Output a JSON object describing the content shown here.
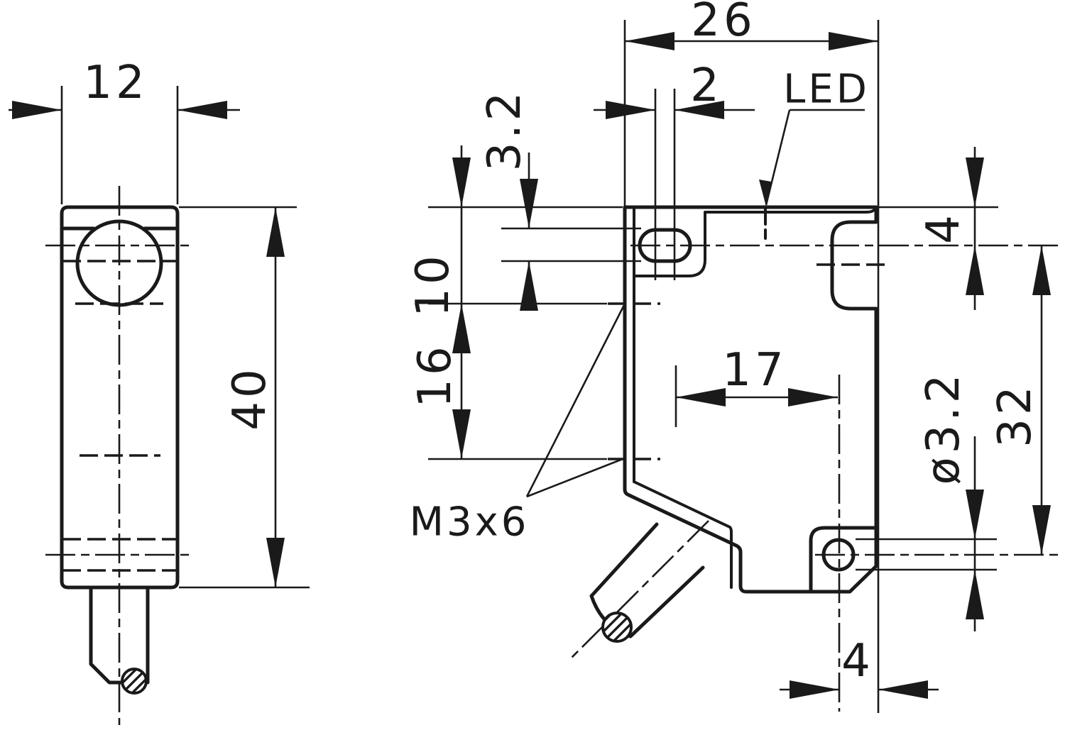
{
  "drawing": {
    "kind": "technical-dimension-drawing",
    "background": "#ffffff",
    "line_color": "#1a1a1a"
  },
  "front_view": {
    "width": "12",
    "height": "40"
  },
  "side_view": {
    "depth": "26",
    "slot_offset": "2",
    "led_label": "LED",
    "slot_width": "3.2",
    "hole1_from_top": "10",
    "hole_spacing": "16",
    "hole_offset_horizontal": "17",
    "thread_label": "M3x6",
    "top_clearance": "4",
    "hole_span_vertical": "32",
    "hole_diameter": "ø3.2",
    "bottom_clearance": "4"
  }
}
